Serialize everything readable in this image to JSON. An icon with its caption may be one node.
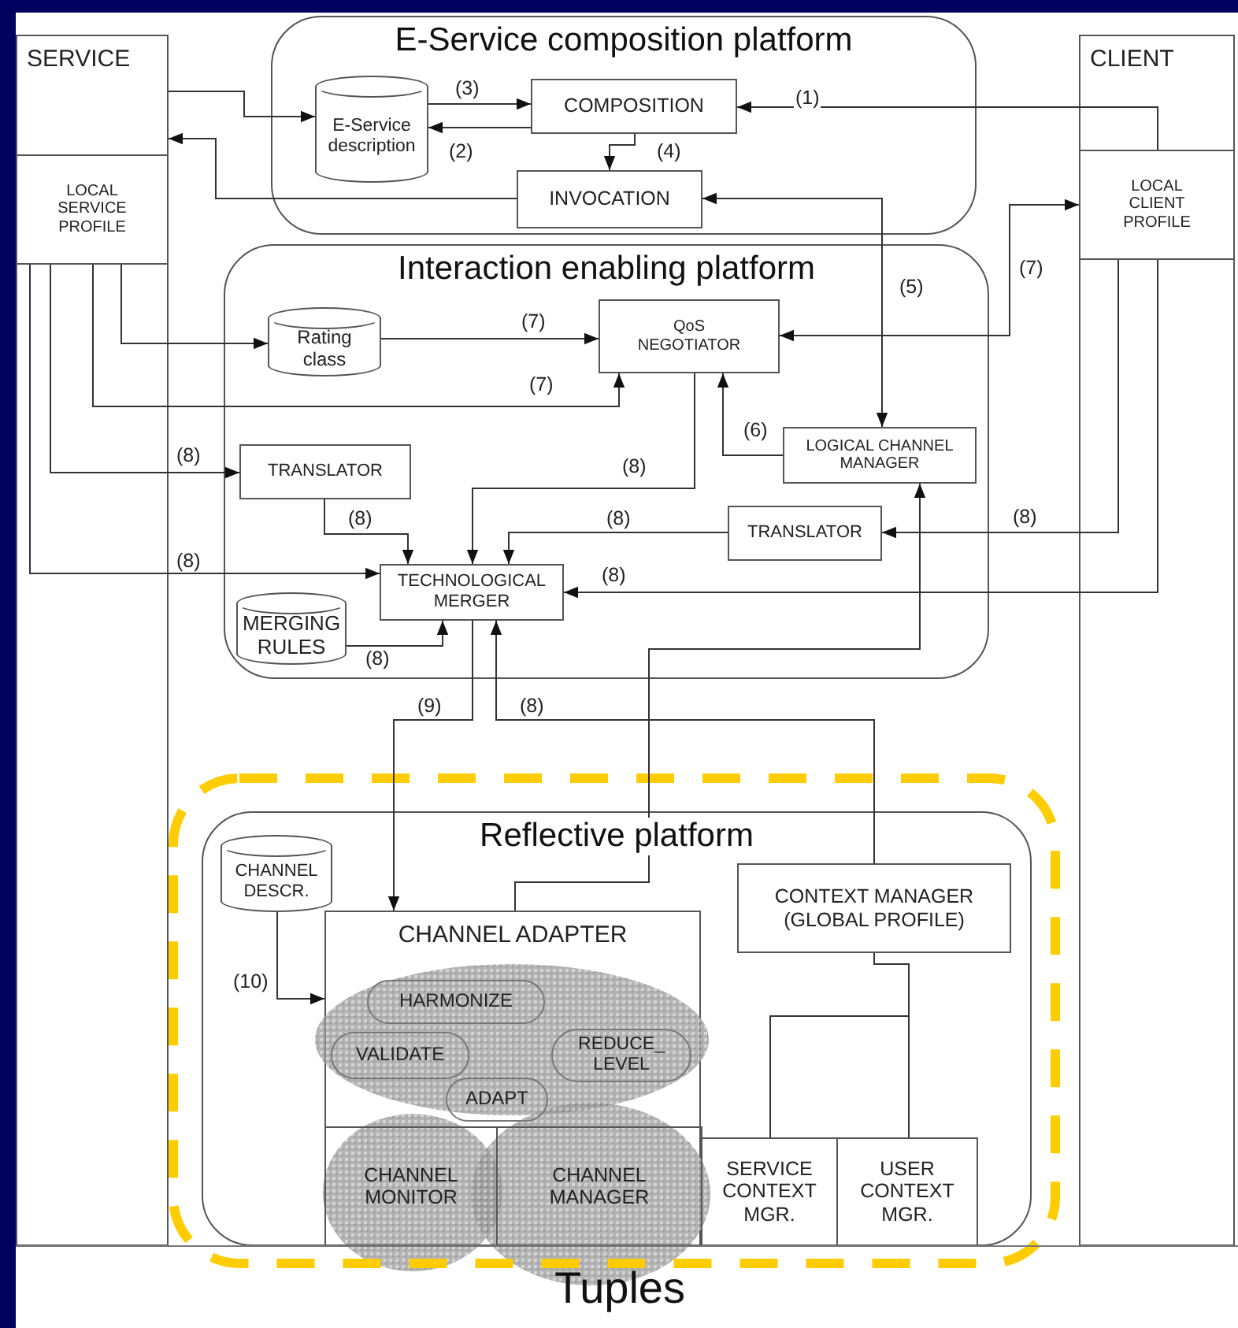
{
  "diagram": {
    "nodes": [
      {
        "text": [
          "SERVICE"
        ]
      },
      {
        "text": [
          "LOCAL SERVICE PROFILE"
        ],
        "in": 0
      },
      {
        "text": [
          "E-Service composition platform"
        ]
      },
      {
        "text": [
          "E-Service description"
        ],
        "in": 2
      },
      {
        "text": [
          "COMPOSITION"
        ],
        "in": 2
      },
      {
        "text": [
          "INVOCATION"
        ],
        "in": 2
      },
      {
        "text": [
          "CLIENT"
        ]
      },
      {
        "text": [
          "LOCAL CLIENT PROFILE"
        ],
        "in": 6
      },
      {
        "text": [
          "Interaction enabling platform"
        ]
      },
      {
        "text": [
          "Rating class"
        ],
        "in": 8
      },
      {
        "text": [
          "QoS NEGOTIATOR"
        ],
        "in": 8
      },
      {
        "text": [
          "LOGICAL CHANNEL MANAGER"
        ],
        "in": 8
      },
      {
        "text": [
          "TRANSLATOR"
        ],
        "in": 8
      },
      {
        "text": [
          "TRANSLATOR"
        ],
        "in": 8
      },
      {
        "text": [
          "TECHNOLOGICAL MERGER"
        ],
        "in": 8
      },
      {
        "text": [
          "MERGING RULES"
        ],
        "in": 8
      },
      {
        "text": [
          "Reflective platform"
        ]
      },
      {
        "text": [
          "CHANNEL DESCR."
        ],
        "in": 16
      },
      {
        "text": [
          "CONTEXT MANAGER (GLOBAL PROFILE)"
        ],
        "in": 16
      },
      {
        "text": [
          "CHANNEL ADAPTER"
        ],
        "in": 16
      },
      {
        "text": [
          "HARMONIZE"
        ],
        "in": 19
      },
      {
        "text": [
          "VALIDATE"
        ],
        "in": 19
      },
      {
        "text": [
          "REDUCE_ LEVEL"
        ],
        "in": 19
      },
      {
        "text": [
          "ADAPT"
        ],
        "in": 19
      },
      {
        "text": [
          "CHANNEL MONITOR"
        ],
        "in": 19
      },
      {
        "text": [
          "CHANNEL MANAGER"
        ],
        "in": 19
      },
      {
        "text": [
          "SERVICE CONTEXT MGR."
        ],
        "in": 16
      },
      {
        "text": [
          "USER CONTEXT MGR."
        ],
        "in": 16
      }
    ],
    "edges": [
      {
        "from": 0,
        "to": 3,
        "arrow": "to"
      },
      {
        "from": 3,
        "to": 4,
        "arrow": "to",
        "label": "(3)"
      },
      {
        "from": 4,
        "to": 3,
        "arrow": "to",
        "label": "(2)"
      },
      {
        "from": 4,
        "to": 5,
        "arrow": "to",
        "label": "(4)"
      },
      {
        "from": 7,
        "to": 4,
        "arrow": "to",
        "label": "(1)"
      },
      {
        "from": 5,
        "to": 0,
        "arrow": "to"
      },
      {
        "from": 11,
        "to": 5,
        "arrow": "both",
        "label": "(5)"
      },
      {
        "from": 7,
        "to": 10,
        "arrow": "both",
        "label": "(7)"
      },
      {
        "from": 9,
        "to": 10,
        "arrow": "to",
        "label": "(7)"
      },
      {
        "from": 1,
        "to": 9,
        "arrow": "to"
      },
      {
        "from": 1,
        "to": 10,
        "arrow": "to",
        "label": "(7)"
      },
      {
        "from": 11,
        "to": 10,
        "arrow": "to",
        "label": "(6)"
      },
      {
        "from": 10,
        "to": 14,
        "arrow": "to",
        "label": "(8)"
      },
      {
        "from": 1,
        "to": 12,
        "arrow": "to",
        "label": "(8)"
      },
      {
        "from": 12,
        "to": 14,
        "arrow": "to",
        "label": "(8)"
      },
      {
        "from": 13,
        "to": 14,
        "arrow": "to",
        "label": "(8)"
      },
      {
        "from": 7,
        "to": 13,
        "arrow": "to",
        "label": "(8)"
      },
      {
        "from": 1,
        "to": 14,
        "arrow": "to",
        "label": "(8)"
      },
      {
        "from": 7,
        "to": 14,
        "arrow": "to",
        "label": "(8)"
      },
      {
        "from": 15,
        "to": 14,
        "arrow": "to",
        "label": "(8)"
      },
      {
        "from": 14,
        "to": 19,
        "arrow": "to",
        "label": "(9)"
      },
      {
        "from": 18,
        "to": 14,
        "arrow": "to",
        "label": "(8)"
      },
      {
        "from": 19,
        "to": 11,
        "arrow": "to"
      },
      {
        "from": 17,
        "to": 19,
        "arrow": "to",
        "label": "(10)"
      },
      {
        "from": 18,
        "to": 26,
        "arrow": "none"
      },
      {
        "from": 18,
        "to": 27,
        "arrow": "none"
      }
    ],
    "labels": [
      "Tuples"
    ]
  }
}
